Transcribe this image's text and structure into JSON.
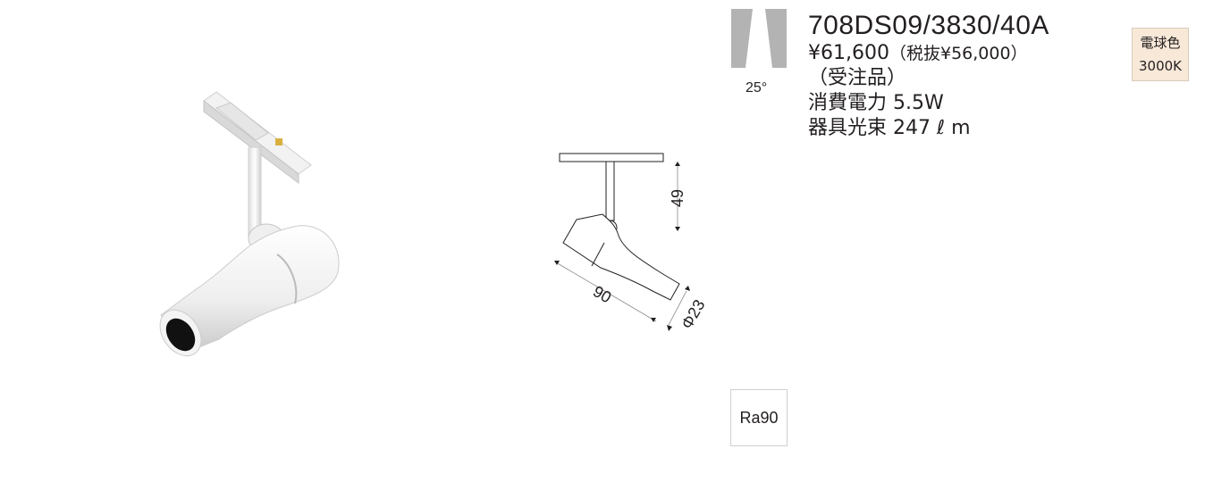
{
  "product": {
    "model": "708DS09/3830/40A",
    "price": "¥61,600",
    "price_excl_tax": "（税抜¥56,000）",
    "order_note": "（受注品）",
    "power_label": "消費電力",
    "power_value": "5.5W",
    "flux_label": "器具光束",
    "flux_value": "247 ℓ m"
  },
  "beam": {
    "angle": "25°"
  },
  "color_badge": {
    "line1": "電球色",
    "line2": "3000K"
  },
  "ra_badge": {
    "label": "Ra90"
  },
  "dimensions": {
    "height": "49",
    "length": "90",
    "diameter": "Φ23"
  },
  "colors": {
    "text": "#231f20",
    "badge_bg": "#f7e8d8",
    "beam_gray": "#b3b3b3"
  }
}
